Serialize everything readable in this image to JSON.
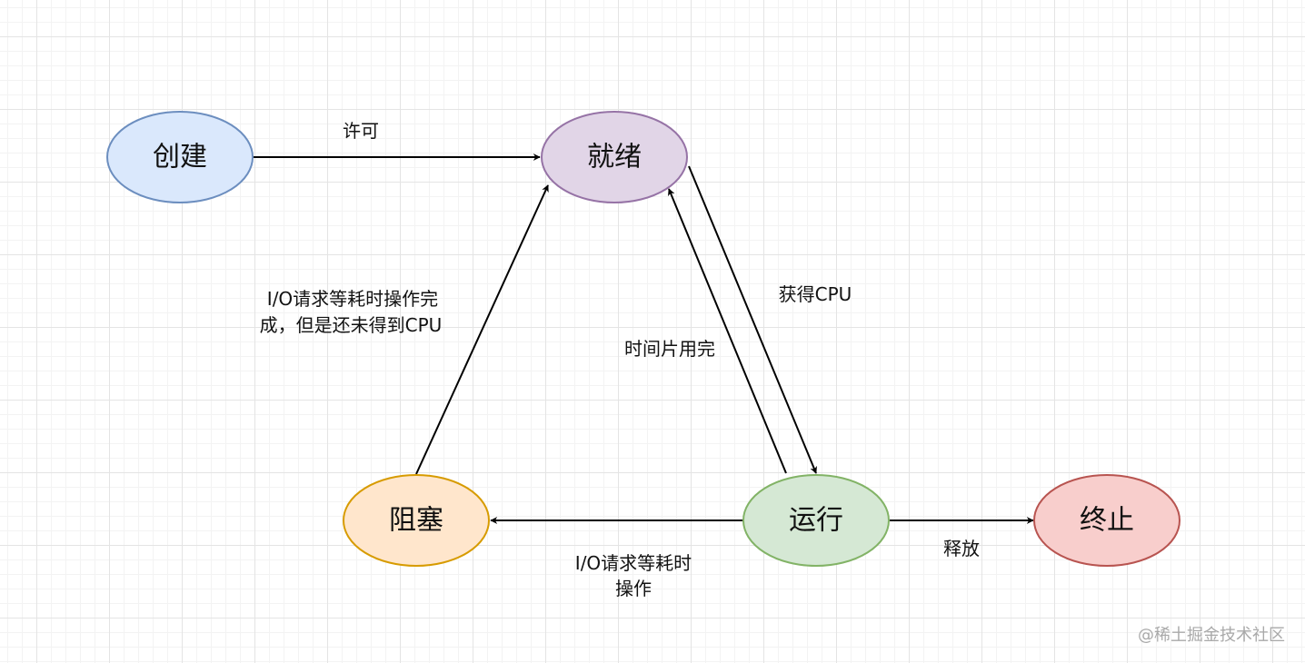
{
  "nodes": {
    "create": {
      "label": "创建",
      "fill": "#dae8fc",
      "stroke": "#6c8ebf"
    },
    "ready": {
      "label": "就绪",
      "fill": "#e1d5e7",
      "stroke": "#9673a6"
    },
    "blocked": {
      "label": "阻塞",
      "fill": "#ffe6cc",
      "stroke": "#d79b00"
    },
    "running": {
      "label": "运行",
      "fill": "#d5e8d4",
      "stroke": "#82b366"
    },
    "terminated": {
      "label": "终止",
      "fill": "#f8cecc",
      "stroke": "#b85450"
    }
  },
  "edges": {
    "create_to_ready": "许可",
    "ready_to_running": "获得CPU",
    "running_to_ready": "时间片用完",
    "blocked_to_ready": [
      "I/O请求等耗时操作完",
      "成，但是还未得到CPU"
    ],
    "running_to_blocked": [
      "I/O请求等耗时",
      "操作"
    ],
    "running_to_terminated": "释放"
  },
  "watermark": "@稀土掘金技术社区"
}
